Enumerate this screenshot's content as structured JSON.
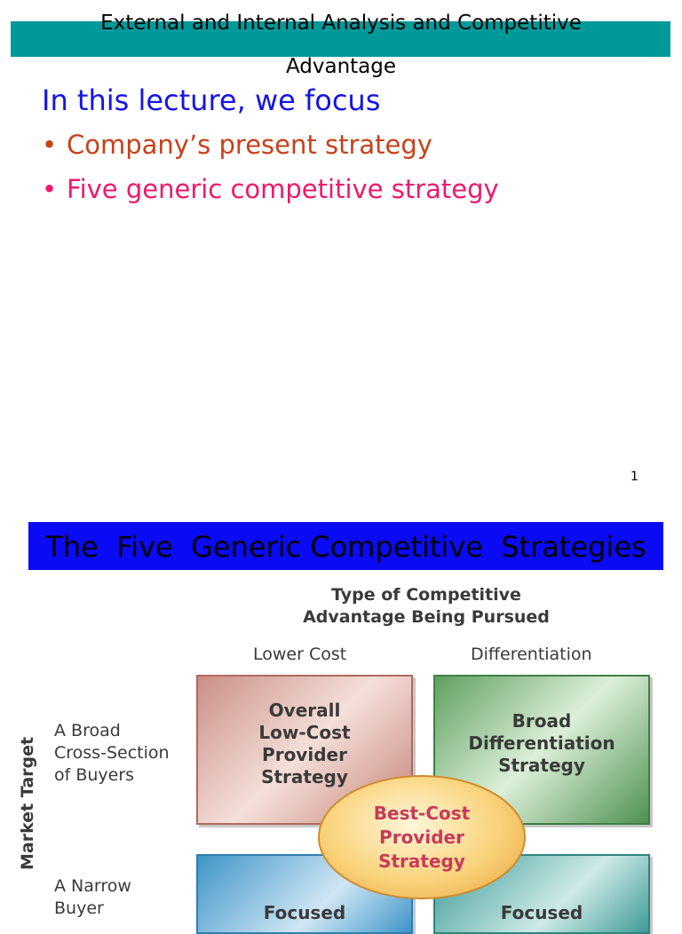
{
  "slide1": {
    "header_title_line1": "External and Internal Analysis and Competitive",
    "header_title_line2": "Advantage",
    "focus_heading": "In this lecture, we focus",
    "bullets": [
      "Company’s present strategy",
      "Five generic competitive strategy"
    ],
    "bullet_glyph": "•",
    "page_number": "1"
  },
  "slide2": {
    "title": "The  Five  Generic Competitive  Strategies",
    "diagram": {
      "type_heading_line1": "Type of Competitive",
      "type_heading_line2": "Advantage Being Pursued",
      "col_lower_cost": "Lower Cost",
      "col_differentiation": "Differentiation",
      "axis_label": "Market Target",
      "row_broad": [
        "A Broad",
        "Cross-Section",
        "of Buyers"
      ],
      "row_narrow": [
        "A Narrow",
        "Buyer"
      ],
      "box_low_cost": [
        "Overall",
        "Low-Cost",
        "Provider",
        "Strategy"
      ],
      "box_broad_diff": [
        "Broad",
        "Differentiation",
        "Strategy"
      ],
      "box_best_cost": [
        "Best-Cost",
        "Provider",
        "Strategy"
      ],
      "box_focused_low": [
        "Focused"
      ],
      "box_focused_diff": [
        "Focused"
      ]
    }
  },
  "colors": {
    "header_bar": "#00999a",
    "slide2_bar": "#0a0af5",
    "focus_heading": "#1414e6",
    "bullet_1": "#c8401a",
    "bullet_2": "#f0186e",
    "best_cost_text": "#c73a5a"
  }
}
